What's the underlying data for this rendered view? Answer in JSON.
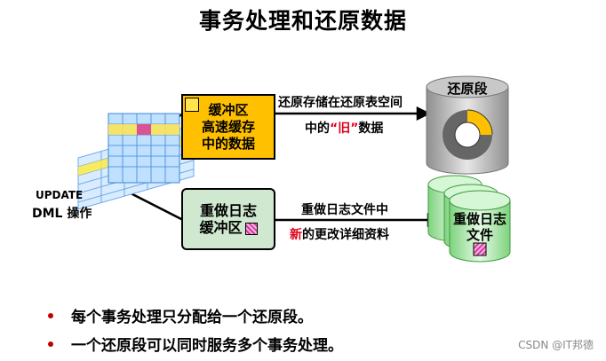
{
  "title": "事务处理和还原数据",
  "update_label": "UPDATE",
  "dml_label": "DML 操作",
  "buffer_box": {
    "line1": "缓冲区",
    "line2": "高速缓存",
    "line3": "中的数据"
  },
  "redo_buffer_box": {
    "line1": "重做日志",
    "line2": "缓冲区"
  },
  "undo_arrow_label": {
    "line1": "还原存储在还原表空间",
    "line2_pre": "中的",
    "line2_highlight": "“旧”",
    "line2_post": "数据",
    "highlight_color": "#e0001a"
  },
  "redo_arrow_label": {
    "line1": "重做日志文件中",
    "line2_highlight": "新",
    "line2_post": "的更改详细资料"
  },
  "undo_segment_label": "还原段",
  "redo_file_label": {
    "line1": "重做日志",
    "line2": "文件"
  },
  "bullets": [
    "每个事务处理只分配给一个还原段。",
    "一个还原段可以同时服务多个事务处理。"
  ],
  "watermark": "CSDN @IT邦德",
  "colors": {
    "buffer": "#ffc000",
    "redo_buffer": "#cfe8cf",
    "bullet": "#c00000",
    "highlight": "#e0001a",
    "undo_cylinder": "#b3b3b3",
    "redo_cylinder": "#c8f0c8"
  }
}
